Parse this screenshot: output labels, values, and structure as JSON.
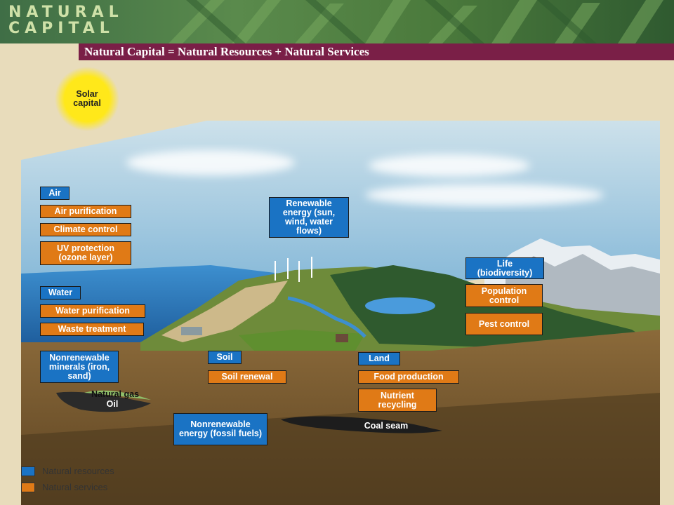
{
  "header": {
    "brand_line1": "NATURAL",
    "brand_line2": "CAPITAL",
    "subtitle": "Natural Capital = Natural Resources + Natural Services"
  },
  "sun_label": "Solar capital",
  "labels": {
    "air": "Air",
    "air_purification": "Air purification",
    "climate_control": "Climate control",
    "uv_protection": "UV protection (ozone layer)",
    "water": "Water",
    "water_purification": "Water purification",
    "waste_treatment": "Waste treatment",
    "nonrenewable_minerals": "Nonrenewable minerals (iron, sand)",
    "renewable_energy": "Renewable energy (sun, wind, water flows)",
    "life": "Life (biodiversity)",
    "population_control": "Population control",
    "pest_control": "Pest control",
    "soil": "Soil",
    "soil_renewal": "Soil renewal",
    "land": "Land",
    "food_production": "Food production",
    "nutrient_recycling": "Nutrient recycling",
    "nonrenewable_energy": "Nonrenewable energy (fossil fuels)",
    "natural_gas": "Natural gas",
    "oil": "Oil",
    "coal_seam": "Coal seam"
  },
  "legend": {
    "resources": "Natural resources",
    "services": "Natural services"
  },
  "colors": {
    "resource": "#1a73c4",
    "service": "#e07a16",
    "banner": "#7a1f47"
  }
}
